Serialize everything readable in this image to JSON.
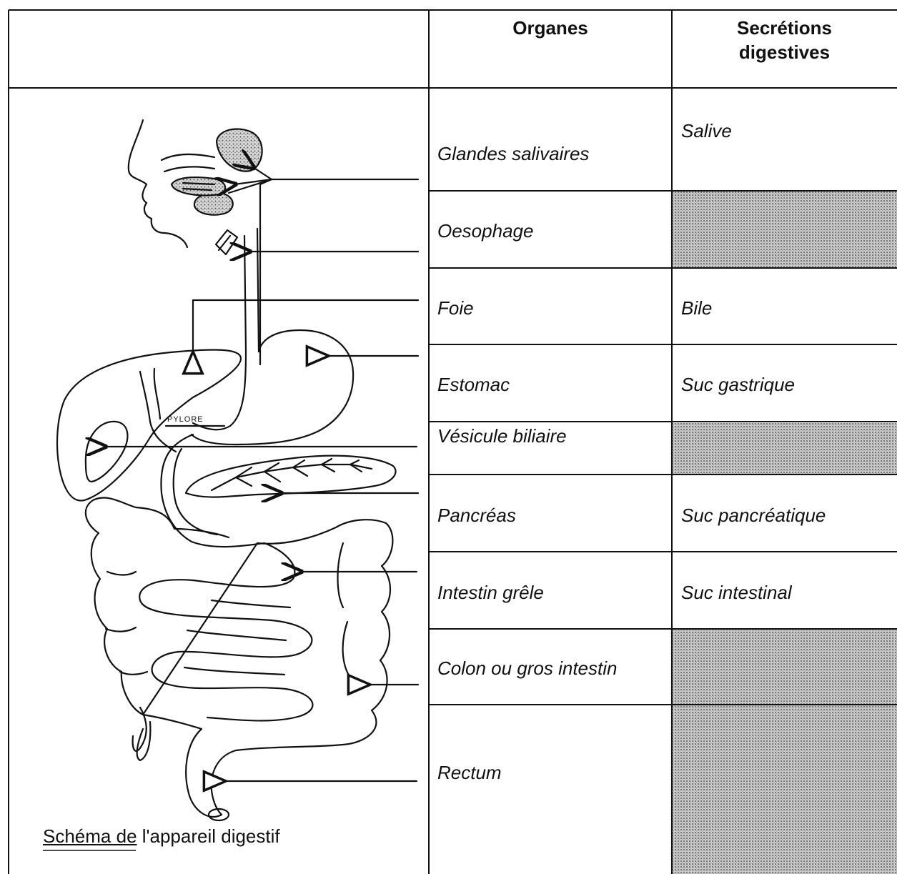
{
  "header": {
    "organs_label": "Organes",
    "secretions_label_line1": "Secrétions",
    "secretions_label_line2": "digestives"
  },
  "rows": [
    {
      "organ": "Glandes salivaires",
      "secretion": "Salive",
      "shaded": false
    },
    {
      "organ": "Oesophage",
      "secretion": "",
      "shaded": true
    },
    {
      "organ": "Foie",
      "secretion": "Bile",
      "shaded": false
    },
    {
      "organ": "Estomac",
      "secretion": "Suc gastrique",
      "shaded": false
    },
    {
      "organ": "Vésicule biliaire",
      "secretion": "",
      "shaded": true
    },
    {
      "organ": "Pancréas",
      "secretion": "Suc pancréatique",
      "shaded": false
    },
    {
      "organ": "Intestin grêle",
      "secretion": "Suc intestinal",
      "shaded": false
    },
    {
      "organ": "Colon ou gros intestin",
      "secretion": "",
      "shaded": true
    },
    {
      "organ": "Rectum",
      "secretion": "",
      "shaded": true
    }
  ],
  "diagram": {
    "pylore_label": "PYLORE",
    "caption_underlined": "Schéma de",
    "caption_rest": " l'appareil digestif"
  },
  "colors": {
    "ink": "#111111",
    "shade": "#a9a9a9"
  }
}
